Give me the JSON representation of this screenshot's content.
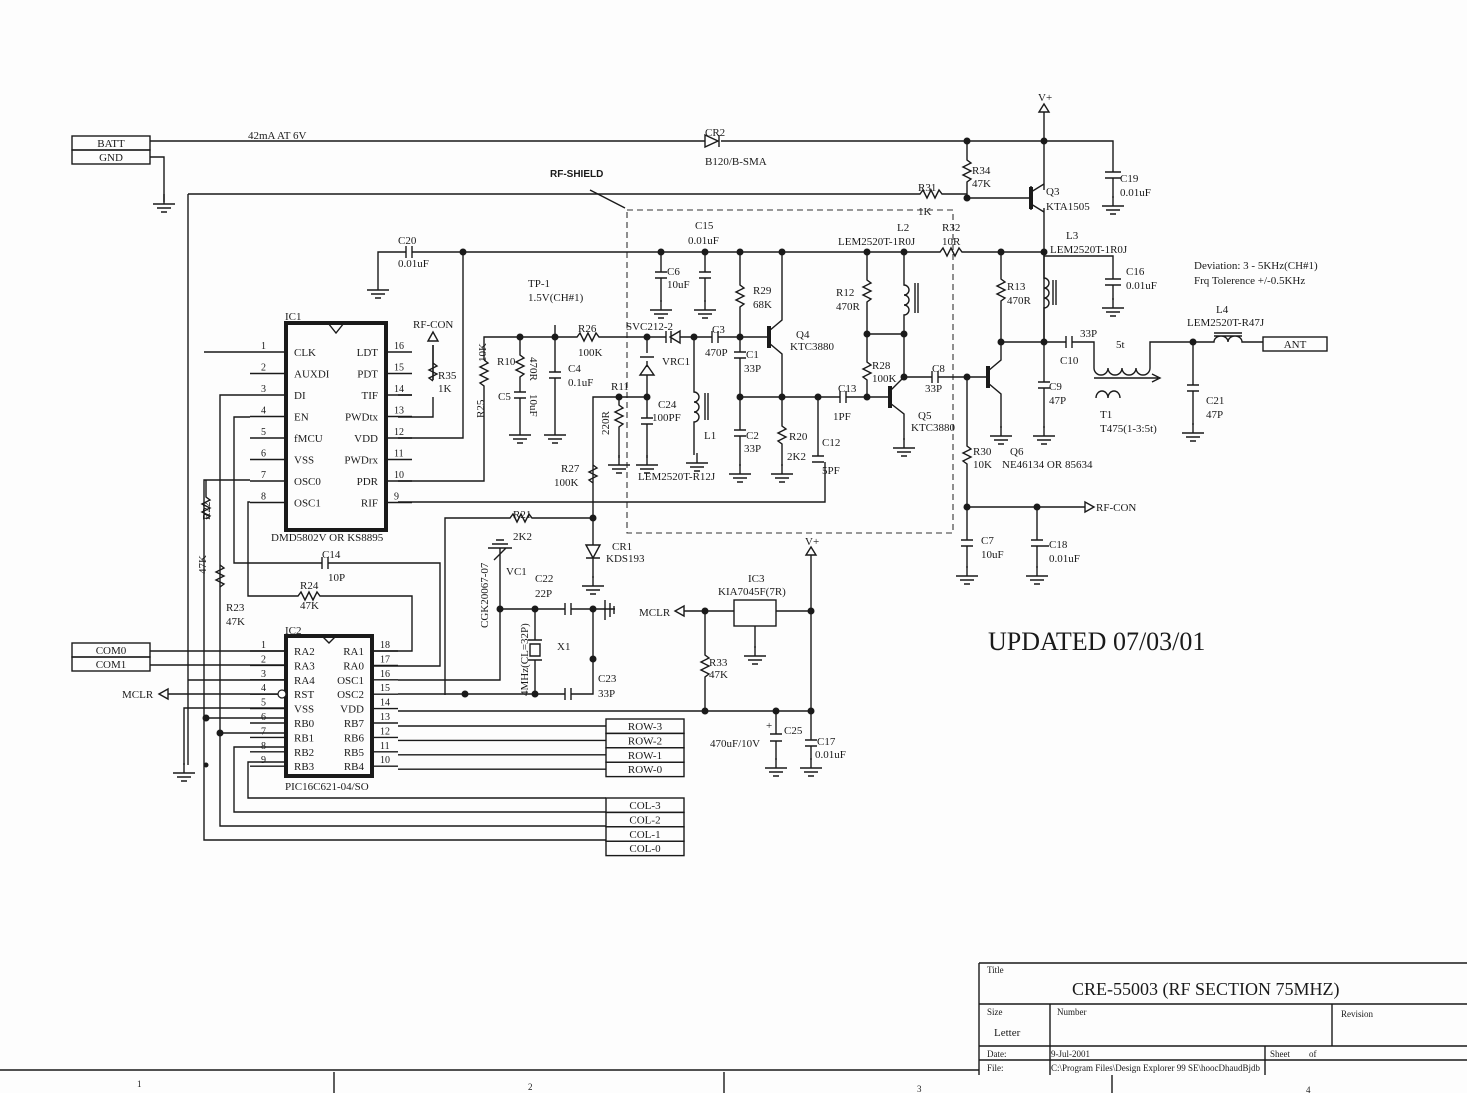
{
  "title_block": {
    "title_label": "Title",
    "title": "CRE-55003 (RF SECTION 75MHZ)",
    "size_label": "Size",
    "size_value": "Letter",
    "number_label": "Number",
    "revision_label": "Revision",
    "date_label": "Date:",
    "date_value": "9-Jul-2001",
    "sheet_label": "Sheet",
    "of_label": "of",
    "file_label": "File:",
    "file_value": "C:\\Program Files\\Design Explorer 99 SE\\hoocDhaudBjdb"
  },
  "stamp": "UPDATED 07/03/01",
  "notes": {
    "deviation": "Deviation: 3 - 5KHz(CH#1)",
    "tolerance": "Frq Tolerence +/-0.5KHz",
    "batt_current": "42mA AT 6V",
    "rf_shield": "RF-SHIELD",
    "tp1": "TP-1",
    "tp1_voltage": "1.5V(CH#1)"
  },
  "zone_numbers": [
    "1",
    "2",
    "3",
    "4"
  ],
  "connectors": {
    "batt": "BATT",
    "gnd": "GND",
    "com0": "COM0",
    "com1": "COM1",
    "ant": "ANT",
    "rows": [
      "ROW-3",
      "ROW-2",
      "ROW-1",
      "ROW-0"
    ],
    "cols": [
      "COL-3",
      "COL-2",
      "COL-1",
      "COL-0"
    ]
  },
  "ports": {
    "vplus_top": "V+",
    "vplus_reg": "V+",
    "rf_con_top": "RF-CON",
    "rf_con_out": "RF-CON",
    "mclr_ic2": "MCLR",
    "mclr_reg": "MCLR"
  },
  "ic1": {
    "ref": "IC1",
    "part": "DMD5802V OR KS8895",
    "left_pins": [
      {
        "num": "1",
        "name": "CLK"
      },
      {
        "num": "2",
        "name": "AUXDI"
      },
      {
        "num": "3",
        "name": "DI"
      },
      {
        "num": "4",
        "name": "EN"
      },
      {
        "num": "5",
        "name": "fMCU"
      },
      {
        "num": "6",
        "name": "VSS"
      },
      {
        "num": "7",
        "name": "OSC0"
      },
      {
        "num": "8",
        "name": "OSC1"
      }
    ],
    "right_pins": [
      {
        "num": "16",
        "name": "LDT"
      },
      {
        "num": "15",
        "name": "PDT"
      },
      {
        "num": "14",
        "name": "TIF"
      },
      {
        "num": "13",
        "name": "PWDtx"
      },
      {
        "num": "12",
        "name": "VDD"
      },
      {
        "num": "11",
        "name": "PWDrx"
      },
      {
        "num": "10",
        "name": "PDR"
      },
      {
        "num": "9",
        "name": "RIF"
      }
    ]
  },
  "ic2": {
    "ref": "IC2",
    "part": "PIC16C621-04/SO",
    "left_pins": [
      {
        "num": "1",
        "name": "RA2"
      },
      {
        "num": "2",
        "name": "RA3"
      },
      {
        "num": "3",
        "name": "RA4"
      },
      {
        "num": "4",
        "name": "RST"
      },
      {
        "num": "5",
        "name": "VSS"
      },
      {
        "num": "6",
        "name": "RB0"
      },
      {
        "num": "7",
        "name": "RB1"
      },
      {
        "num": "8",
        "name": "RB2"
      },
      {
        "num": "9",
        "name": "RB3"
      }
    ],
    "right_pins": [
      {
        "num": "18",
        "name": "RA1"
      },
      {
        "num": "17",
        "name": "RA0"
      },
      {
        "num": "16",
        "name": "OSC1"
      },
      {
        "num": "15",
        "name": "OSC2"
      },
      {
        "num": "14",
        "name": "VDD"
      },
      {
        "num": "13",
        "name": "RB7"
      },
      {
        "num": "12",
        "name": "RB6"
      },
      {
        "num": "11",
        "name": "RB5"
      },
      {
        "num": "10",
        "name": "RB4"
      }
    ]
  },
  "ic3": {
    "ref": "IC3",
    "part": "KIA7045F(7R)"
  },
  "components": {
    "CR2": {
      "ref": "CR2",
      "value": "B120/B-SMA"
    },
    "CR1": {
      "ref": "CR1",
      "value": "KDS193"
    },
    "Q3": {
      "ref": "Q3",
      "value": "KTA1505"
    },
    "Q4": {
      "ref": "Q4",
      "value": "KTC3880"
    },
    "Q5": {
      "ref": "Q5",
      "value": "KTC3880"
    },
    "Q6": {
      "ref": "Q6",
      "value": "NE46134 OR 85634"
    },
    "L1": {
      "ref": "L1",
      "value": "LEM2520T-R12J"
    },
    "L2": {
      "ref": "L2",
      "value": "LEM2520T-1R0J"
    },
    "L3": {
      "ref": "L3",
      "value": "LEM2520T-1R0J"
    },
    "L4": {
      "ref": "L4",
      "value": "LEM2520T-R47J"
    },
    "T1": {
      "ref": "T1",
      "value": "T475(1-3:5t)",
      "turns": "5t"
    },
    "X1": {
      "ref": "X1",
      "value": "4MHz(CL=32P)"
    },
    "VC1": {
      "ref": "VC1",
      "value": "CGK20067-07"
    },
    "VRC1": {
      "ref": "VRC1",
      "value": "SVC212-2"
    },
    "R10": {
      "ref": "R10",
      "value": "470R"
    },
    "R11": {
      "ref": "R11",
      "value": "220R"
    },
    "R12": {
      "ref": "R12",
      "value": "470R"
    },
    "R13": {
      "ref": "R13",
      "value": "470R"
    },
    "R20": {
      "ref": "R20",
      "value": "2K2"
    },
    "R21": {
      "ref": "R21",
      "value": "2K2"
    },
    "R22": {
      "ref": "R22",
      "value": "47K"
    },
    "R23": {
      "ref": "R23",
      "value": "47K"
    },
    "R24": {
      "ref": "R24",
      "value": "47K"
    },
    "R25": {
      "ref": "R25",
      "value": "10K"
    },
    "R26": {
      "ref": "R26",
      "value": "100K"
    },
    "R27": {
      "ref": "R27",
      "value": "100K"
    },
    "R28": {
      "ref": "R28",
      "value": "100K"
    },
    "R29": {
      "ref": "R29",
      "value": "68K"
    },
    "R30": {
      "ref": "R30",
      "value": "10K"
    },
    "R31": {
      "ref": "R31",
      "value": "1K"
    },
    "R32": {
      "ref": "R32",
      "value": "10R"
    },
    "R33": {
      "ref": "R33",
      "value": "47K"
    },
    "R34": {
      "ref": "R34",
      "value": "47K"
    },
    "R35": {
      "ref": "R35",
      "value": "1K"
    },
    "C1": {
      "ref": "C1",
      "value": "33P"
    },
    "C2": {
      "ref": "C2",
      "value": "33P"
    },
    "C3": {
      "ref": "C3",
      "value": "470P"
    },
    "C4": {
      "ref": "C4",
      "value": "0.1uF"
    },
    "C5": {
      "ref": "C5",
      "value": "10uF"
    },
    "C6": {
      "ref": "C6",
      "value": "10uF"
    },
    "C7": {
      "ref": "C7",
      "value": "10uF"
    },
    "C8": {
      "ref": "C8",
      "value": "33P"
    },
    "C9": {
      "ref": "C9",
      "value": "47P"
    },
    "C10": {
      "ref": "C10",
      "value": "33P"
    },
    "C12": {
      "ref": "C12",
      "value": "5PF"
    },
    "C13": {
      "ref": "C13",
      "value": "1PF"
    },
    "C14": {
      "ref": "C14",
      "value": "10P"
    },
    "C15": {
      "ref": "C15",
      "value": "0.01uF"
    },
    "C16": {
      "ref": "C16",
      "value": "0.01uF"
    },
    "C17": {
      "ref": "C17",
      "value": "0.01uF"
    },
    "C18": {
      "ref": "C18",
      "value": "0.01uF"
    },
    "C19": {
      "ref": "C19",
      "value": "0.01uF"
    },
    "C20": {
      "ref": "C20",
      "value": "0.01uF"
    },
    "C21": {
      "ref": "C21",
      "value": "47P"
    },
    "C22": {
      "ref": "C22",
      "value": "22P"
    },
    "C23": {
      "ref": "C23",
      "value": "33P"
    },
    "C24": {
      "ref": "C24",
      "value": "100PF"
    },
    "C25": {
      "ref": "C25",
      "value": "470uF/10V"
    }
  }
}
